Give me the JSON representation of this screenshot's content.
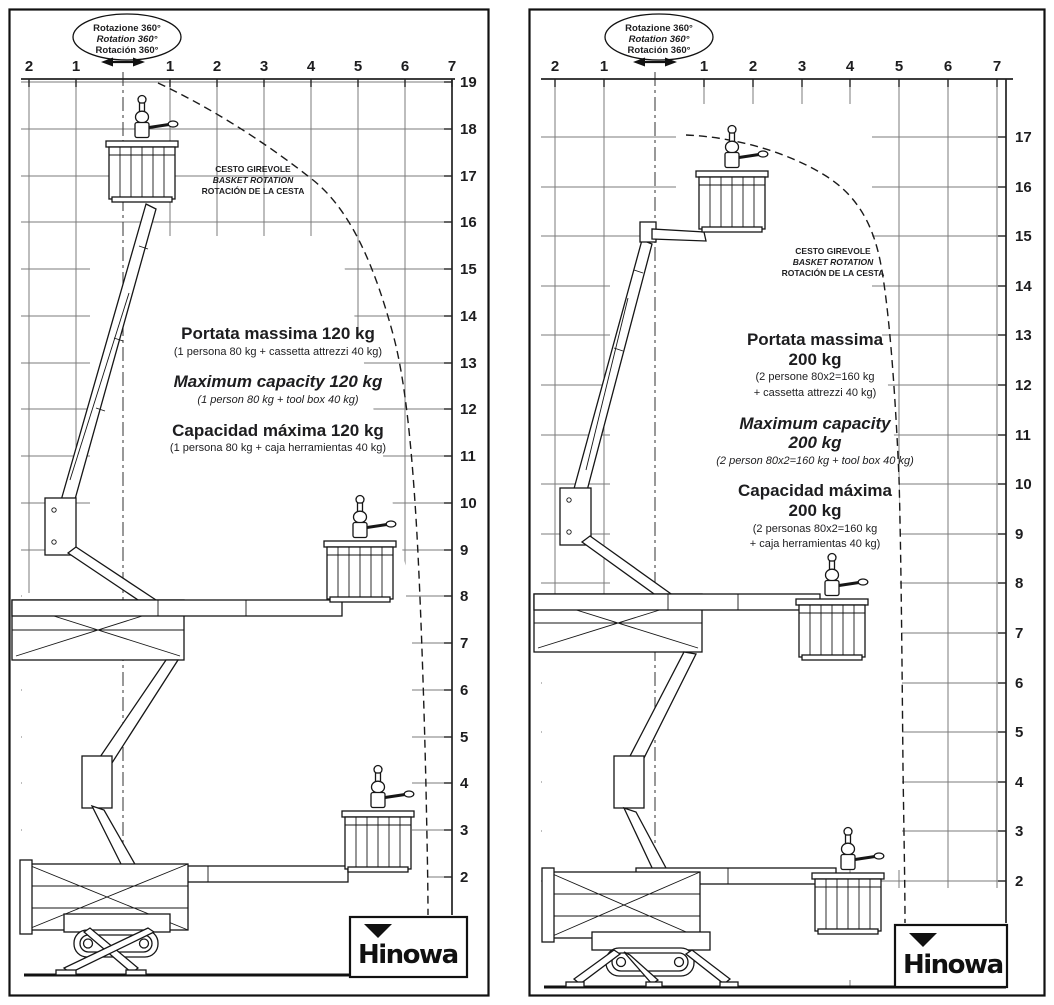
{
  "panels": {
    "left": {
      "rotation_bubble": [
        "Rotazione 360°",
        "Rotation 360°",
        "Rotación 360°"
      ],
      "basket_rotation": [
        "CESTO GIREVOLE",
        "BASKET ROTATION",
        "ROTACIÓN DE LA CESTA"
      ],
      "capacity": [
        {
          "style": "it",
          "title": "Portata massima 120 kg",
          "sub": "(1 persona 80 kg + cassetta attrezzi 40 kg)"
        },
        {
          "style": "en",
          "title": "Maximum capacity 120 kg",
          "sub": "(1 person 80 kg + tool box 40 kg)"
        },
        {
          "style": "es",
          "title": "Capacidad máxima 120 kg",
          "sub": "(1 persona 80 kg + caja herramientas 40 kg)"
        }
      ],
      "x_labels": [
        "2",
        "1",
        "1",
        "2",
        "3",
        "4",
        "5",
        "6",
        "7"
      ],
      "y_labels": [
        "19",
        "18",
        "17",
        "16",
        "15",
        "14",
        "13",
        "12",
        "11",
        "10",
        "9",
        "8",
        "7",
        "6",
        "5",
        "4",
        "3",
        "2"
      ],
      "logo": "Hinowa"
    },
    "right": {
      "rotation_bubble": [
        "Rotazione 360°",
        "Rotation 360°",
        "Rotación 360°"
      ],
      "basket_rotation": [
        "CESTO GIREVOLE",
        "BASKET ROTATION",
        "ROTACIÓN DE LA CESTA"
      ],
      "capacity": [
        {
          "style": "it",
          "title": "Portata massima",
          "title2": "200 kg",
          "sub": "(2 persone 80x2=160 kg",
          "sub2": "+ cassetta attrezzi 40 kg)"
        },
        {
          "style": "en",
          "title": "Maximum capacity",
          "title2": "200 kg",
          "sub": "(2 person 80x2=160 kg + tool box 40 kg)"
        },
        {
          "style": "es",
          "title": "Capacidad máxima",
          "title2": "200 kg",
          "sub": "(2 personas 80x2=160 kg",
          "sub2": "+ caja herramientas 40 kg)"
        }
      ],
      "x_labels": [
        "2",
        "1",
        "1",
        "2",
        "3",
        "4",
        "5",
        "6",
        "7"
      ],
      "y_labels": [
        "17",
        "16",
        "15",
        "14",
        "13",
        "12",
        "11",
        "10",
        "9",
        "8",
        "7",
        "6",
        "5",
        "4",
        "3",
        "2"
      ],
      "logo": "Hinowa"
    }
  },
  "colors": {
    "grid": "#7b7b7b",
    "ink": "#1d1d1f"
  }
}
